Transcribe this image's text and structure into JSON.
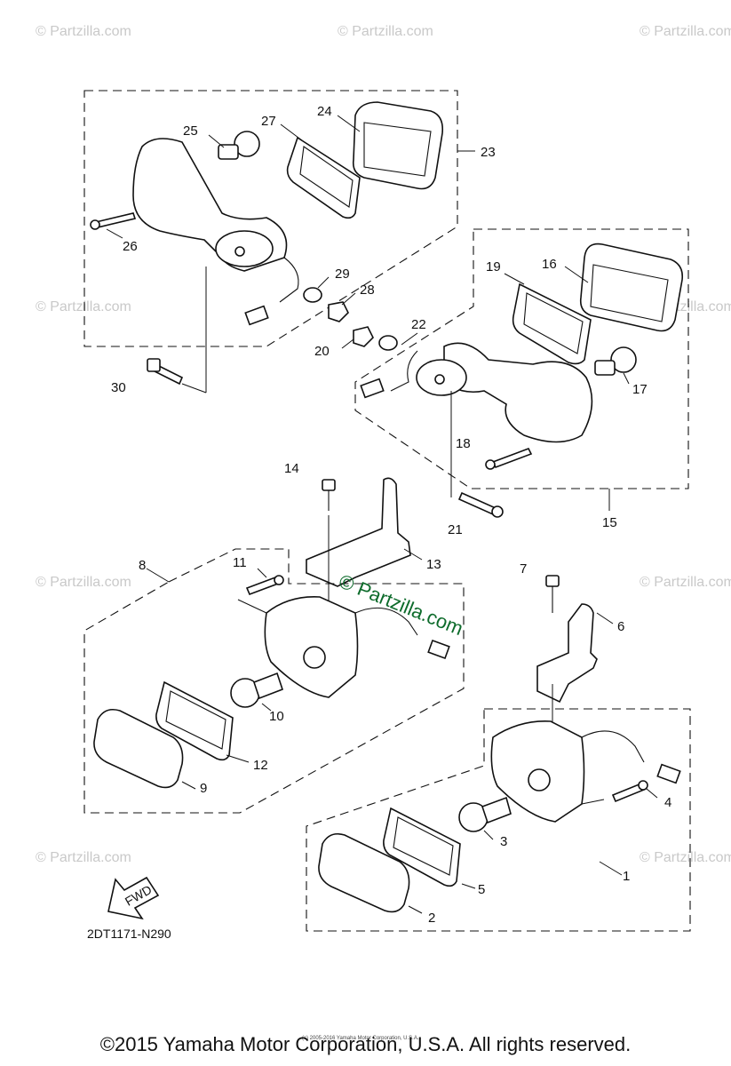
{
  "watermark": {
    "text": "© Partzilla.com",
    "center_text": "© Partzilla.com"
  },
  "diagram_code": "2DT1171-N290",
  "fwd_label": "FWD",
  "copyright": "©2015 Yamaha Motor Corporation, U.S.A. All rights reserved.",
  "small_copyright": "(c) 2005-2016 Yamaha Motor Corporation, U.S.A.",
  "callouts": {
    "c1": "1",
    "c2": "2",
    "c3": "3",
    "c4": "4",
    "c5": "5",
    "c6": "6",
    "c7": "7",
    "c8": "8",
    "c9": "9",
    "c10": "10",
    "c11": "11",
    "c12": "12",
    "c13": "13",
    "c14": "14",
    "c15": "15",
    "c16": "16",
    "c17": "17",
    "c18": "18",
    "c19": "19",
    "c20": "20",
    "c21": "21",
    "c22": "22",
    "c23": "23",
    "c24": "24",
    "c25": "25",
    "c26": "26",
    "c27": "27",
    "c28": "28",
    "c29": "29",
    "c30": "30"
  }
}
